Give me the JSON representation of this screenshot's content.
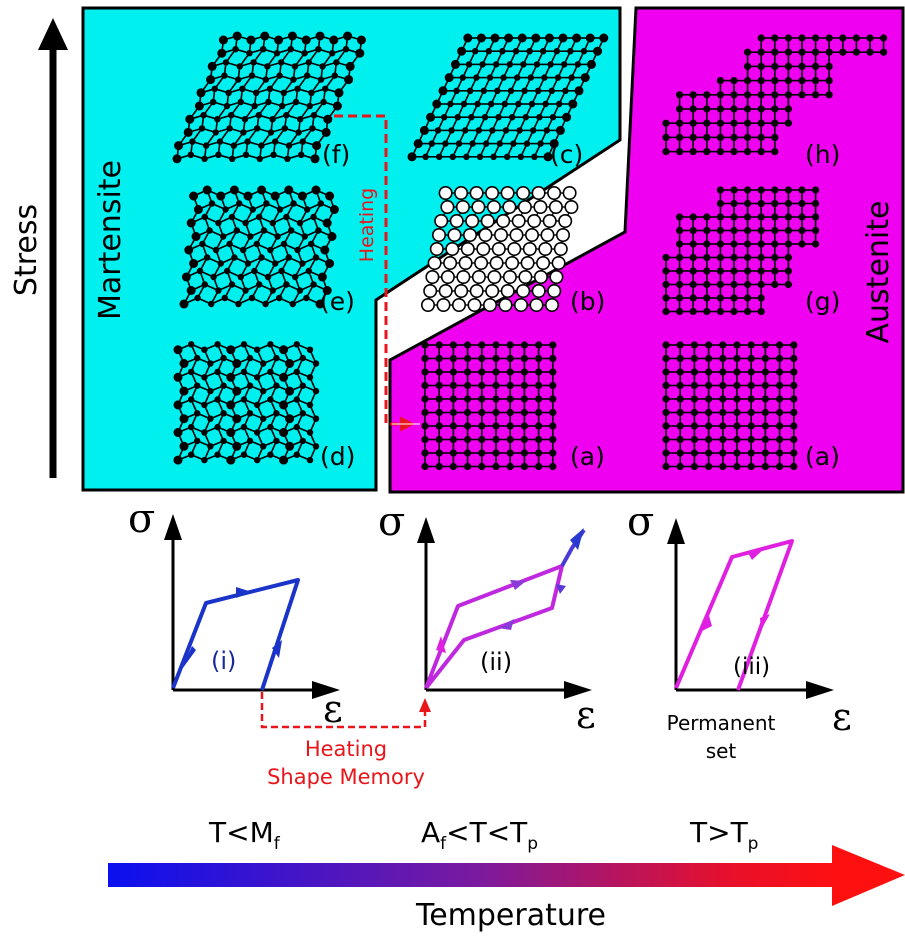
{
  "axis_labels": {
    "stress": "Stress",
    "temperature": "Temperature"
  },
  "phase_labels": {
    "martensite": "Martensite",
    "austenite": "Austenite"
  },
  "lattice_labels": {
    "f": "(f)",
    "c": "(c)",
    "h": "(h)",
    "e": "(e)",
    "b": "(b)",
    "g": "(g)",
    "d": "(d)",
    "a_middle": "(a)",
    "a_right": "(a)"
  },
  "heating_upper": "Heating",
  "plots": {
    "sigma_symbol": "σ",
    "epsilon_symbol": "ε",
    "i_label": "(i)",
    "ii_label": "(ii)",
    "iii_label": "(iii)",
    "permanent_set_line1": "Permanent",
    "permanent_set_line2": "set"
  },
  "heating_lower_line1": "Heating",
  "heating_lower_line2": "Shape Memory",
  "conditions": {
    "c1_T": "T<M",
    "c1_sub": "f",
    "c2_A": "A",
    "c2_sub1": "f",
    "c2_mid": "<T<T",
    "c2_sub2": "p",
    "c3_T": "T>T",
    "c3_sub": "p"
  },
  "colors": {
    "martensite_fill": "#00f0f0",
    "austenite_fill": "#f000f0",
    "heating_red": "#e8161b",
    "curve_blue": "#1a33c8",
    "curve_magenta": "#e020e0",
    "curve_purple": "#8a3ad8",
    "gradient_start": "#0a10f0",
    "gradient_mid": "#7a1aa0",
    "gradient_end": "#ff1010"
  }
}
